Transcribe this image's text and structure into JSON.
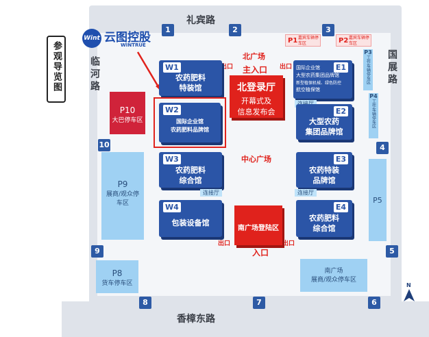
{
  "roads": {
    "north": "礼宾路",
    "south": "香樟东路",
    "west": "临河路",
    "east": "国展路"
  },
  "guide_label": "参观导览图",
  "brand": {
    "name": "云图控股",
    "sub": "WINTRUE",
    "mark": "Wint"
  },
  "gates": [
    "1",
    "2",
    "3",
    "4",
    "5",
    "6",
    "7",
    "8",
    "9",
    "10"
  ],
  "parking": {
    "p1": {
      "code": "P1",
      "name": "嘉宾车辆停车区"
    },
    "p2": {
      "code": "P2",
      "name": "嘉宾车辆停车区"
    },
    "p3": {
      "code": "P3",
      "name": "工作车辆停车区"
    },
    "p4": {
      "code": "P4",
      "name": "工作车辆停车区"
    },
    "p5": {
      "code": "P5"
    },
    "p8": {
      "code": "P8",
      "name": "货车停车区"
    },
    "p9": {
      "code": "P9",
      "name": "展商/观众停车区"
    },
    "p10": {
      "code": "P10",
      "name": "大巴停车区"
    },
    "south": {
      "name1": "南广场",
      "name2": "展商/观众停车区"
    }
  },
  "halls": {
    "w1": {
      "id": "W1",
      "l1": "农药肥料",
      "l2": "特装馆"
    },
    "w2": {
      "id": "W2",
      "l1": "国际企业馆",
      "l2": "农药肥料品牌馆"
    },
    "w3": {
      "id": "W3",
      "l1": "农药肥料",
      "l2": "综合馆"
    },
    "w4": {
      "id": "W4",
      "l1": "包装设备馆"
    },
    "e1": {
      "id": "E1",
      "l1": "国际企业馆",
      "l2": "大型农药集团品牌馆",
      "l3": "新型植保机械、绿色防控",
      "l4": "航空植保馆"
    },
    "e2": {
      "id": "E2",
      "l1": "大型农药",
      "l2": "集团品牌馆"
    },
    "e3": {
      "id": "E3",
      "l1": "农药特装",
      "l2": "品牌馆"
    },
    "e4": {
      "id": "E4",
      "l1": "农药肥料",
      "l2": "综合馆"
    },
    "north_hall": {
      "l1": "北登录厅",
      "l2": "开幕式及",
      "l3": "信息发布会"
    },
    "south_hall": {
      "l1": "南广场登陆区"
    }
  },
  "labels": {
    "north_plaza": "北广场",
    "main_entrance": "主入口",
    "center_plaza": "中心广场",
    "entrance": "入口",
    "exit": "出口",
    "connector": "连接厅",
    "compass": "N"
  },
  "colors": {
    "hall": "#2b55a7",
    "highlight": "#e0221c",
    "parking": "#9fd1f3",
    "p10": "#d0233a"
  }
}
